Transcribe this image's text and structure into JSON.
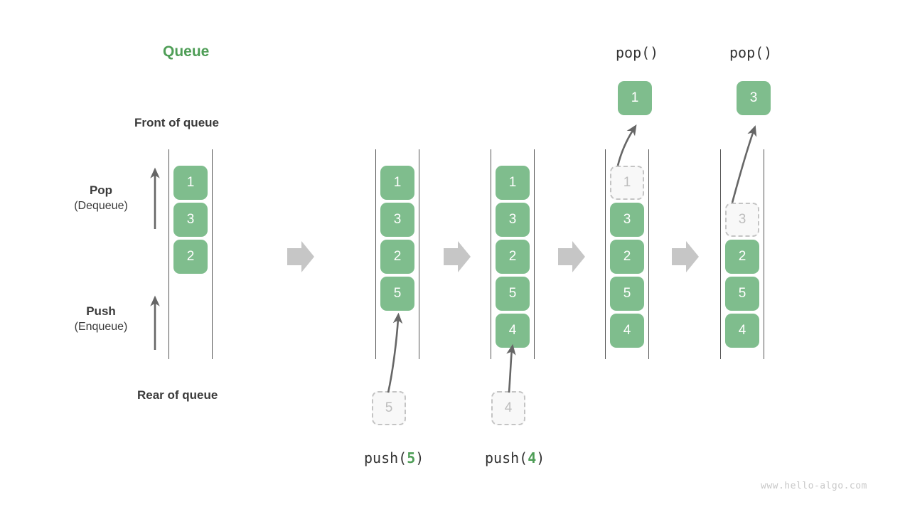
{
  "diagram": {
    "title": "Queue",
    "watermark": "www.hello-algo.com",
    "labels": {
      "front_of_queue": "Front of queue",
      "rear_of_queue": "Rear of queue",
      "pop_main": "Pop",
      "pop_sub": "(Dequeue)",
      "push_main": "Push",
      "push_sub": "(Enqueue)"
    },
    "colors": {
      "element_green": "#7fbd8d",
      "title_green": "#4f9e57",
      "ghost_fill": "#f8f8f8",
      "ghost_border": "#c4c4c4",
      "ghost_text": "#bdbdbd",
      "rail": "#555555",
      "transition_arrow": "#c6c6c6",
      "action_arrow": "#666666",
      "text": "#3a3a3a",
      "watermark": "#c8c8c8"
    },
    "operations": {
      "push5_label_prefix": "push(",
      "push5_value": "5",
      "push5_label_suffix": ")",
      "push4_label_prefix": "push(",
      "push4_value": "4",
      "push4_label_suffix": ")",
      "pop1_label": "pop()",
      "pop2_label": "pop()"
    },
    "stages": [
      {
        "name": "initial",
        "cells": [
          "1",
          "3",
          "2"
        ],
        "ghost_top": null,
        "popped": null,
        "incoming": null
      },
      {
        "name": "after-push-5",
        "cells": [
          "1",
          "3",
          "2",
          "5"
        ],
        "ghost_top": null,
        "popped": null,
        "incoming": "5"
      },
      {
        "name": "after-push-4",
        "cells": [
          "1",
          "3",
          "2",
          "5",
          "4"
        ],
        "ghost_top": null,
        "popped": null,
        "incoming": "4"
      },
      {
        "name": "pop-1",
        "cells": [
          "3",
          "2",
          "5",
          "4"
        ],
        "ghost_top": "1",
        "popped": "1",
        "incoming": null
      },
      {
        "name": "pop-3",
        "cells": [
          "2",
          "5",
          "4"
        ],
        "ghost_top": "3",
        "popped": "3",
        "incoming": null
      }
    ]
  }
}
